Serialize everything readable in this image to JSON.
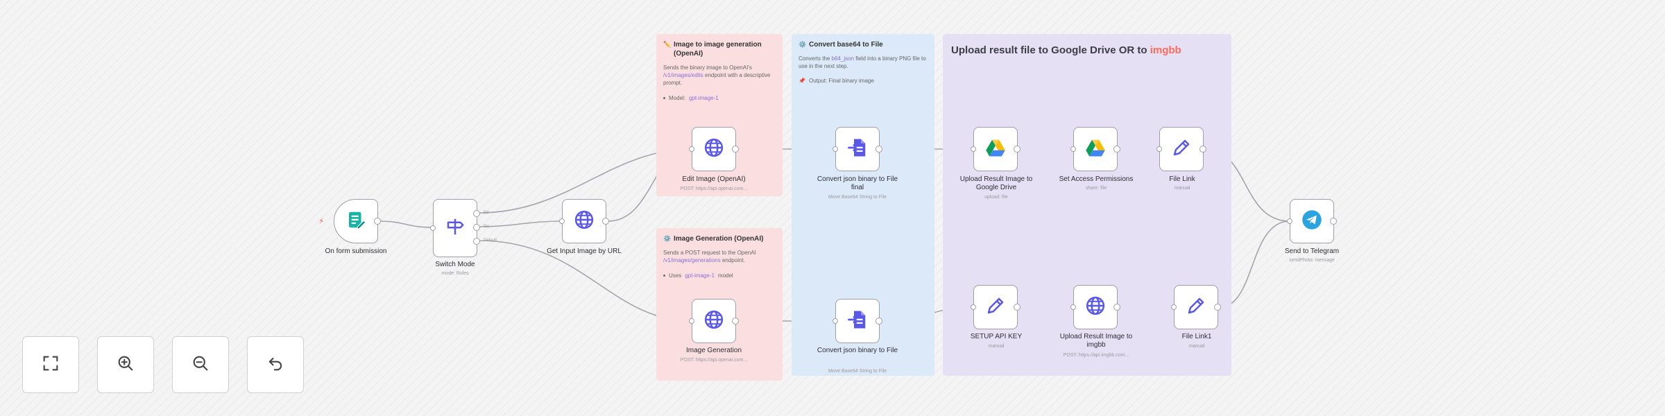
{
  "stickies": {
    "image_to_image": {
      "title": "Image to image generation (OpenAI)",
      "text_before_code1": "Sends the binary image to OpenAI's ",
      "code1": "/v1/images/edits",
      "text_after_code1": " endpoint with a descriptive prompt.",
      "bullet_prefix": "Model: ",
      "bullet_code": "gpt-image-1"
    },
    "convert_base64": {
      "title": "Convert base64 to File",
      "text_before_code": "Converts the ",
      "code": "b64_json",
      "text_after_code": " field into a binary PNG file to use in the next step.",
      "output": "Output: Final binary image"
    },
    "upload_result": {
      "title_prefix": "Upload result file to Google Drive OR to ",
      "title_accent": "imgbb"
    },
    "image_generation": {
      "title": "Image Generation (OpenAI)",
      "text_before_code": "Sends a POST request to the OpenAI ",
      "code": "/v1/images/generations",
      "text_after_code": " endpoint.",
      "bullet_prefix": "Uses ",
      "bullet_code": "gpt-image-1",
      "bullet_suffix": " model"
    }
  },
  "nodes": {
    "form_trigger": {
      "label": "On form submission"
    },
    "switch_mode": {
      "label": "Switch Mode",
      "sub": "mode: Rules",
      "ports": [
        "Ed",
        "Ge",
        "Default"
      ]
    },
    "get_input_image": {
      "label": "Get Input Image by URL"
    },
    "edit_image": {
      "label": "Edit Image (OpenAI)",
      "sub": "POST: https://api.openai.com..."
    },
    "convert_json_binary_final": {
      "label": "Convert json binary to File final",
      "sub": "Move Base64 String to File"
    },
    "upload_gdrive": {
      "label": "Upload Result Image to Google Drive",
      "sub": "upload: file"
    },
    "set_access": {
      "label": "Set Access Permissions",
      "sub": "share: file"
    },
    "file_link": {
      "label": "File Link",
      "sub": "manual"
    },
    "send_telegram": {
      "label": "Send to Telegram",
      "sub": "sendPhoto: message"
    },
    "image_generation": {
      "label": "Image Generation",
      "sub": "POST: https://api.openai.com..."
    },
    "convert_json_binary": {
      "label": "Convert json binary to File",
      "sub": "Move Base64 String to File"
    },
    "setup_api_key": {
      "label": "SETUP API KEY",
      "sub": "manual"
    },
    "upload_imgbb": {
      "label": "Upload Result Image to imgbb",
      "sub": "POST: https://api.imgbb.com..."
    },
    "file_link1": {
      "label": "File Link1",
      "sub": "manual"
    }
  },
  "icons": {
    "form_trigger": "form-icon",
    "switch_mode": "signpost-icon",
    "http": "globe-icon",
    "convert": "file-convert-icon",
    "gdrive": "google-drive-icon",
    "edit": "pencil-icon",
    "telegram": "telegram-icon"
  },
  "controls": {
    "fit_view": "fit-view-icon",
    "zoom_in": "zoom-in-icon",
    "zoom_out": "zoom-out-icon",
    "undo": "undo-icon"
  },
  "colors": {
    "accent": "#ff6d5a",
    "sticky_pink": "#fbdedf",
    "sticky_blue": "#dbe9f8",
    "sticky_purple": "#e6e0f4",
    "node_icon": "#5a58e8",
    "node_border": "#9e9ea8"
  }
}
